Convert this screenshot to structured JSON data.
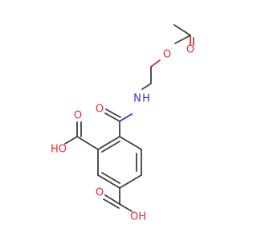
{
  "molecule": {
    "atoms": {
      "ester_carbonyl_o": {
        "symbol": "O",
        "color": "#e03030"
      },
      "ester_o": {
        "symbol": "O",
        "color": "#e03030"
      },
      "amide_n": {
        "symbol": "N",
        "color": "#3030e0"
      },
      "amide_h": {
        "symbol": "H",
        "color": "#3030e0"
      },
      "amide_o": {
        "symbol": "O",
        "color": "#e03030"
      },
      "acid1_o_double": {
        "symbol": "O",
        "color": "#e03030"
      },
      "acid1_oh": {
        "symbol": "HO",
        "color": "#e03030"
      },
      "acid2_o_double": {
        "symbol": "O",
        "color": "#e03030"
      },
      "acid2_oh": {
        "symbol": "OH",
        "color": "#e03030"
      }
    }
  }
}
